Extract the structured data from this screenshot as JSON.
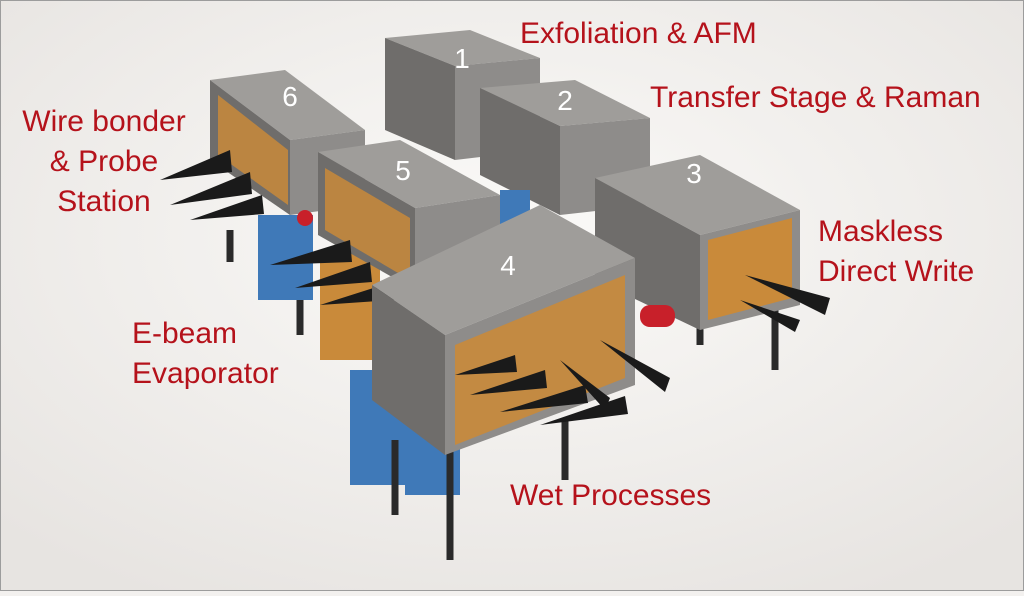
{
  "stations": [
    {
      "number": "1",
      "label": "Exfoliation & AFM"
    },
    {
      "number": "2",
      "label": "Transfer Stage & Raman"
    },
    {
      "number": "3",
      "label": "Maskless\nDirect Write"
    },
    {
      "number": "4",
      "label": "Wet Processes"
    },
    {
      "number": "5",
      "label": "E-beam\nEvaporator"
    },
    {
      "number": "6",
      "label": "Wire bonder\n& Probe\nStation"
    }
  ],
  "colors": {
    "label_text": "#b5121b",
    "box_front": "#8e8c8a",
    "box_side": "#6f6d6b",
    "box_top": "#9f9d9a",
    "interior": "#c98a3a",
    "cabinet_blue": "#3f79b8",
    "glove": "#1a1a1a",
    "port_red": "#c8202a"
  }
}
